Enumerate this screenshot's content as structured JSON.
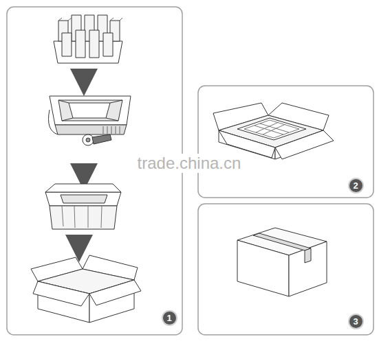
{
  "diagram": {
    "nodes": [
      {
        "text": [
          "1"
        ]
      },
      {
        "text": [
          "2"
        ]
      },
      {
        "text": [
          "3"
        ]
      }
    ],
    "labels": [
      "trade.china.cn"
    ]
  }
}
